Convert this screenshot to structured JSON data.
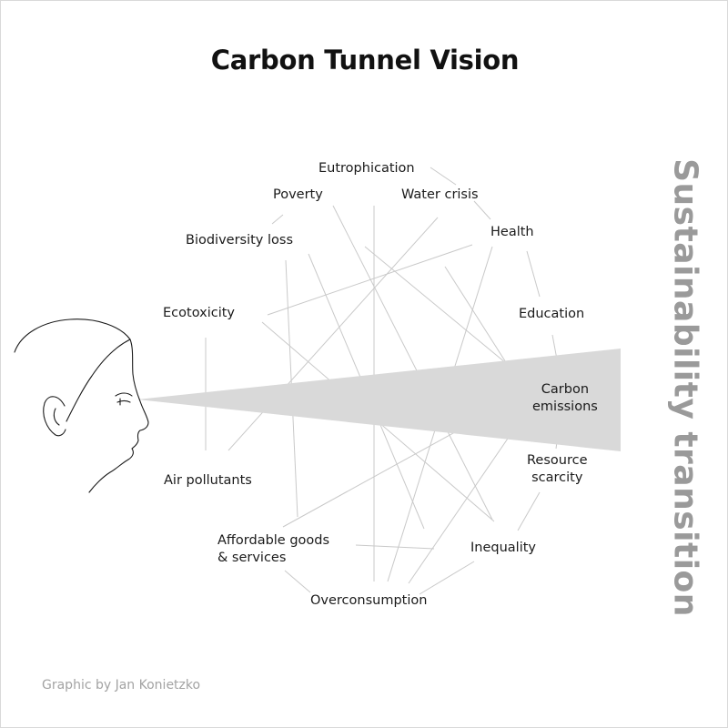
{
  "title": "Carbon Tunnel Vision",
  "side_label": "Sustainability transition",
  "credit": "Graphic by Jan Konietzko",
  "topics": {
    "eutrophication": "Eutrophication",
    "poverty": "Poverty",
    "water_crisis": "Water crisis",
    "health": "Health",
    "biodiversity_loss": "Biodiversity loss",
    "ecotoxicity": "Ecotoxicity",
    "education": "Education",
    "carbon_emissions": "Carbon\nemissions",
    "resource_scarcity": "Resource\nscarcity",
    "air_pollutants": "Air pollutants",
    "affordable_goods": "Affordable goods\n& services",
    "inequality": "Inequality",
    "overconsumption": "Overconsumption"
  },
  "colors": {
    "tunnel": "#d9d9d9",
    "connector": "#c9c9c9",
    "side_label": "#9a9a9a",
    "credit": "#a3a3a3"
  }
}
